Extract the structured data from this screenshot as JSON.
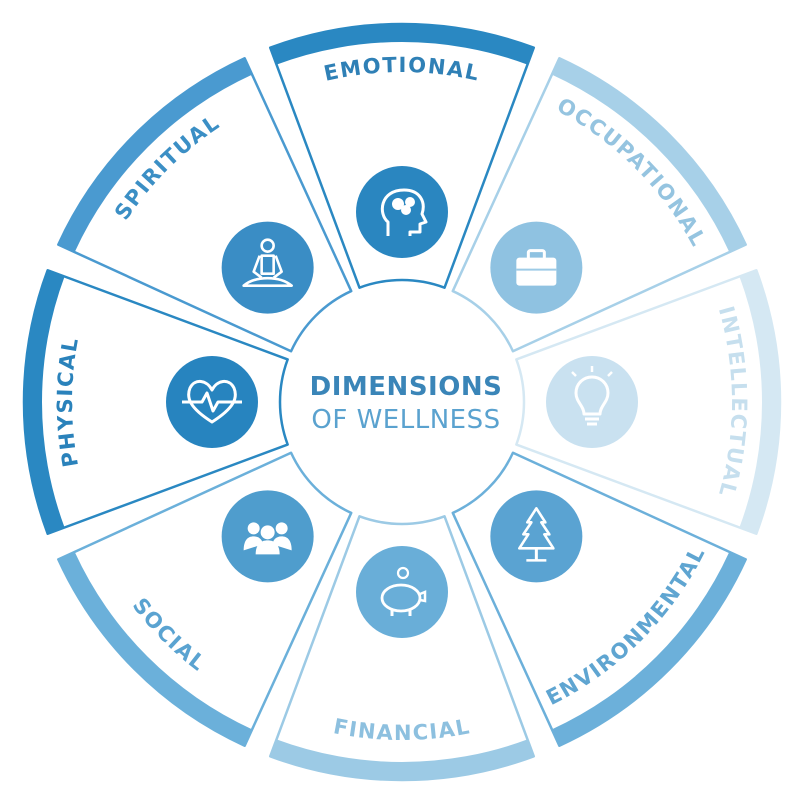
{
  "title": {
    "line1": "DIMENSIONS",
    "line2": "OF WELLNESS"
  },
  "colors": {
    "dark": "#2887c1",
    "text_dark": "#2f80b6",
    "title_dark": "#3a85b8",
    "title_light": "#5aa2cf",
    "light": "#9dcbe6",
    "faint": "#cfe5f2"
  },
  "dimensions": [
    {
      "label": "EMOTIONAL",
      "icon": "head-brain-icon",
      "tone": "dark",
      "text_color": "#2f80b6",
      "bar_color": "#2a88c2",
      "circle_color": "#2a86c0",
      "text_side": "outer"
    },
    {
      "label": "OCCUPATIONAL",
      "icon": "briefcase-icon",
      "tone": "light",
      "text_color": "#95c4e0",
      "bar_color": "#a7d0e8",
      "circle_color": "#8fc2e1",
      "text_side": "outer"
    },
    {
      "label": "INTELLECTUAL",
      "icon": "lightbulb-icon",
      "tone": "faint",
      "text_color": "#c6dfee",
      "bar_color": "#d5e8f3",
      "circle_color": "#c9e1f0",
      "text_side": "outer"
    },
    {
      "label": "ENVIRONMENTAL",
      "icon": "pine-tree-icon",
      "tone": "medium",
      "text_color": "#5fa5d1",
      "bar_color": "#6cb0da",
      "circle_color": "#5aa3d2",
      "text_side": "inner"
    },
    {
      "label": "FINANCIAL",
      "icon": "piggy-bank-icon",
      "tone": "light",
      "text_color": "#8dc0df",
      "bar_color": "#9ccae5",
      "circle_color": "#69aed8",
      "text_side": "inner"
    },
    {
      "label": "SOCIAL",
      "icon": "group-icon",
      "tone": "medium",
      "text_color": "#5aa3d1",
      "bar_color": "#6bb0da",
      "circle_color": "#4f9dcd",
      "text_side": "inner"
    },
    {
      "label": "PHYSICAL",
      "icon": "heart-pulse-icon",
      "tone": "dark",
      "text_color": "#2a82bb",
      "bar_color": "#2a88c2",
      "circle_color": "#2784bf",
      "text_side": "outer"
    },
    {
      "label": "SPIRITUAL",
      "icon": "meditation-icon",
      "tone": "medium",
      "text_color": "#3b8fc5",
      "bar_color": "#4a9ad0",
      "circle_color": "#3a8dc5",
      "text_side": "outer"
    }
  ]
}
